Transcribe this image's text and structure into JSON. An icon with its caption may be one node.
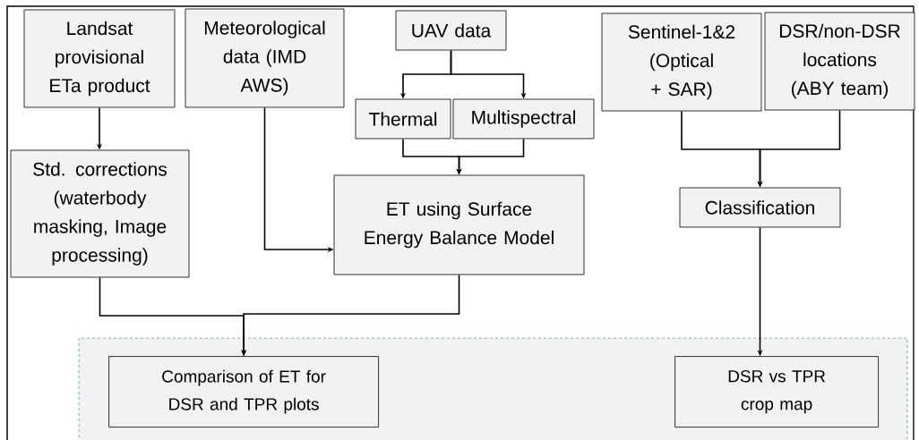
{
  "diagram": {
    "nodes": [
      {
        "text": [
          "Landsat provisional ETa product"
        ]
      },
      {
        "text": [
          "Meteorological data (IMD AWS)"
        ]
      },
      {
        "text": [
          "UAV data"
        ]
      },
      {
        "text": [
          "Thermal"
        ]
      },
      {
        "text": [
          "Multispectral"
        ]
      },
      {
        "text": [
          "Std. corrections (waterbody masking, Image processing)"
        ]
      },
      {
        "text": [
          "ET using Surface Energy Balance Model"
        ]
      },
      {
        "text": [
          "Sentinel-1&2 (Optical + SAR)"
        ]
      },
      {
        "text": [
          "DSR/non-DSR locations (ABY team)"
        ]
      },
      {
        "text": [
          "Classification"
        ]
      },
      {
        "text": [],
        "shape": "box"
      },
      {
        "text": [
          "Comparison of ET for DSR and TPR plots"
        ],
        "in": 10
      },
      {
        "text": [
          "DSR vs TPR crop map"
        ],
        "in": 10
      }
    ],
    "edges": [
      {
        "from": 2,
        "to": 3,
        "arrow": "to"
      },
      {
        "from": 2,
        "to": 4,
        "arrow": "to"
      },
      {
        "from": 3,
        "to": 6,
        "arrow": "to"
      },
      {
        "from": 4,
        "to": 6,
        "arrow": "to"
      },
      {
        "from": 1,
        "to": 6,
        "arrow": "to"
      },
      {
        "from": 0,
        "to": 5,
        "arrow": "to"
      },
      {
        "from": 5,
        "to": 11,
        "arrow": "to"
      },
      {
        "from": 6,
        "to": 11,
        "arrow": "to"
      },
      {
        "from": 7,
        "to": 9,
        "arrow": "to"
      },
      {
        "from": 8,
        "to": 9,
        "arrow": "to"
      },
      {
        "from": 9,
        "to": 12,
        "arrow": "to"
      }
    ]
  }
}
